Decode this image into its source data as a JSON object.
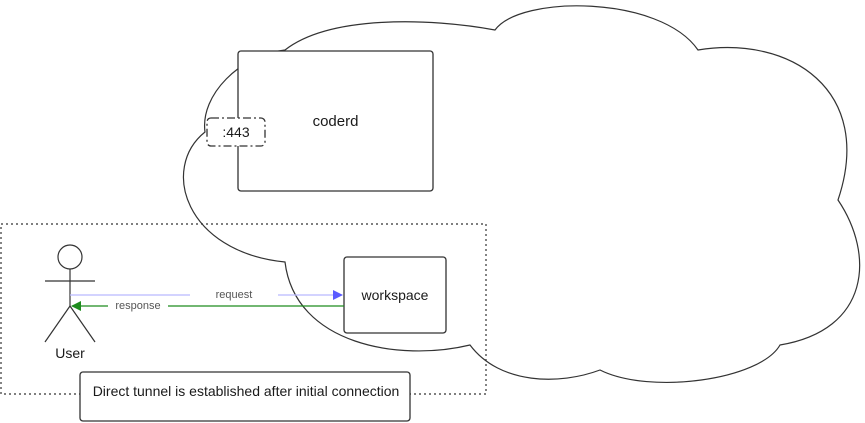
{
  "diagram": {
    "coderd_label": "coderd",
    "port_label": ":443",
    "workspace_label": "workspace",
    "user_label": "User",
    "request_label": "request",
    "response_label": "response",
    "note_text": "Direct tunnel is established after initial connection",
    "colors": {
      "request_arrow": "#5b5bff",
      "response_arrow": "#1e8c1e",
      "stroke": "#333333"
    }
  }
}
